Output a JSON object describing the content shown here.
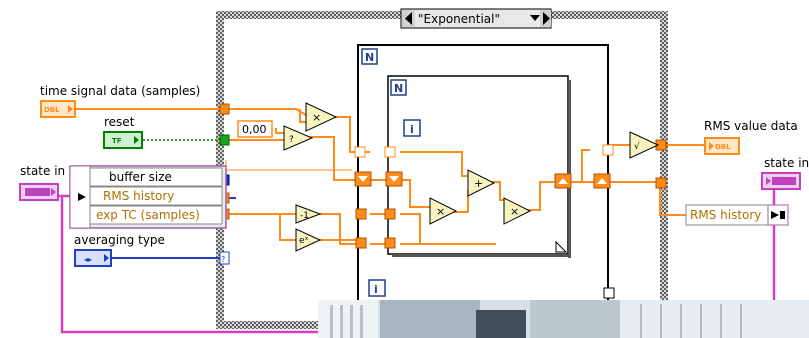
{
  "case_structure": {
    "selector_value": "\"Exponential\""
  },
  "loops": {
    "outer_count": "N",
    "inner_count": "N",
    "outer_iteration": "i",
    "inner_iteration": "i"
  },
  "controls": {
    "time_signal": {
      "label": "time signal data (samples)",
      "type": "DBL"
    },
    "reset": {
      "label": "reset",
      "type": "TF"
    },
    "state_in": {
      "label": "state in",
      "type": ""
    },
    "averaging_type": {
      "label": "averaging type"
    }
  },
  "unbundle": {
    "items": [
      "buffer size",
      "RMS history",
      "exp TC (samples)"
    ]
  },
  "constant": {
    "value": "0,00"
  },
  "indicators": {
    "rms_value": {
      "label": "RMS value data",
      "type": "DBL"
    },
    "state_out": {
      "label": "state in",
      "type": ""
    },
    "bundle_item": "RMS history"
  },
  "colors": {
    "dbl_wire": "#ff8c1a",
    "bool_wire": "#008000",
    "cluster_wire": "#a0207a",
    "structure_border": "#000000",
    "loop_label": "#1f3f8f"
  }
}
